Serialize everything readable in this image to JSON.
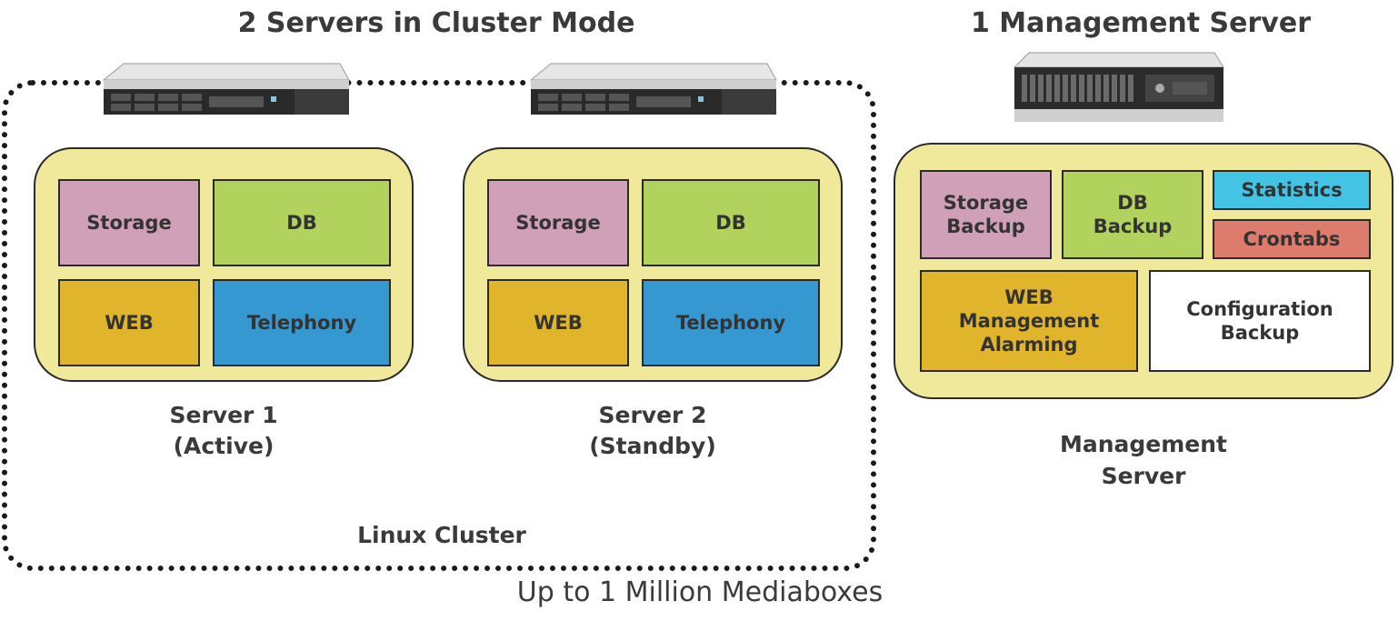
{
  "cluster_title": "2 Servers in Cluster Mode",
  "management_title": "1 Management Server",
  "server1": {
    "modules": {
      "storage": "Storage",
      "db": "DB",
      "web": "WEB",
      "telephony": "Telephony"
    },
    "name": "Server 1",
    "status": "(Active)"
  },
  "server2": {
    "modules": {
      "storage": "Storage",
      "db": "DB",
      "web": "WEB",
      "telephony": "Telephony"
    },
    "name": "Server 2",
    "status": "(Standby)"
  },
  "cluster_label": "Linux Cluster",
  "management": {
    "modules": {
      "storage_backup": "Storage\nBackup",
      "db_backup": "DB\nBackup",
      "statistics": "Statistics",
      "crontabs": "Crontabs",
      "web_mgmt": "WEB\nManagement\nAlarming",
      "config_backup": "Configuration\nBackup"
    },
    "label_line1": "Management",
    "label_line2": "Server"
  },
  "footer": "Up to 1 Million Mediaboxes",
  "colors": {
    "storage": "#cfa0b8",
    "db": "#b1d35d",
    "web": "#e0b42b",
    "telephony": "#3598d1",
    "statistics": "#44c4e4",
    "crontabs": "#dd7b6c",
    "panel": "#f0e89a"
  }
}
